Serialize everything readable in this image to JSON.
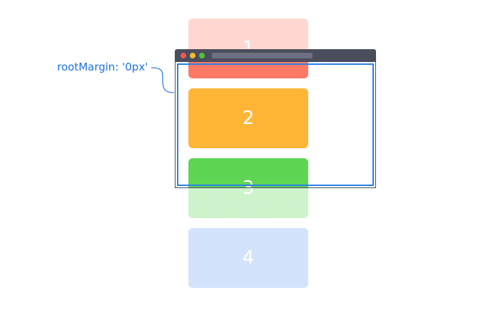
{
  "boxes": [
    {
      "label": "1",
      "color": "#ff7a66",
      "opacity": 0.3
    },
    {
      "label": "2",
      "color": "#ffb536",
      "opacity": 1.0
    },
    {
      "label": "3",
      "color": "#5ed654",
      "opacity": 0.3
    },
    {
      "label": "4",
      "color": "#6fa2f4",
      "opacity": 0.3
    }
  ],
  "root_margin_label": "rootMargin: '0px'",
  "colors": {
    "accent": "#2a7fe5",
    "titlebar": "#4a4d5c",
    "box1_overlap": "#ff7a66",
    "box3_overlap": "#5ed654"
  }
}
